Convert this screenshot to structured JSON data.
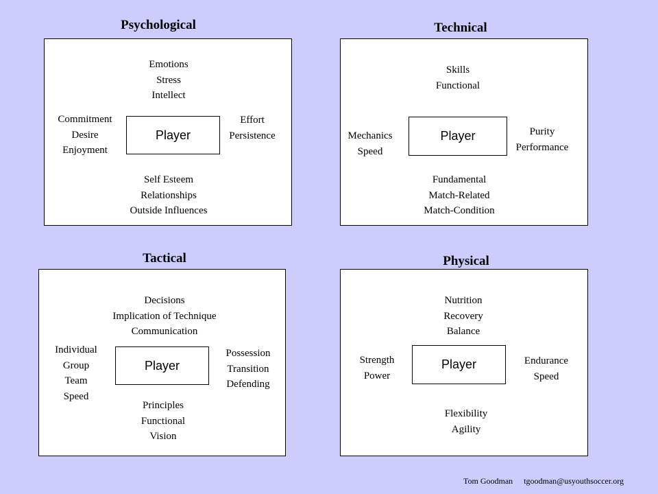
{
  "psychological": {
    "title": "Psychological",
    "top": [
      "Emotions",
      "Stress",
      "Intellect"
    ],
    "left": [
      "Commitment",
      "Desire",
      "Enjoyment"
    ],
    "right": [
      "Effort",
      "Persistence"
    ],
    "bottom": [
      "Self Esteem",
      "Relationships",
      "Outside Influences"
    ],
    "player": "Player"
  },
  "technical": {
    "title": "Technical",
    "top": [
      "Skills",
      "Functional"
    ],
    "left": [
      "Mechanics",
      "Speed"
    ],
    "right": [
      "Purity",
      "Performance"
    ],
    "bottom": [
      "Fundamental",
      "Match-Related",
      "Match-Condition"
    ],
    "player": "Player"
  },
  "tactical": {
    "title": "Tactical",
    "top": [
      "Decisions",
      "Implication of Technique",
      "Communication"
    ],
    "left": [
      "Individual",
      "Group",
      "Team",
      "Speed"
    ],
    "right": [
      "Possession",
      "Transition",
      "Defending"
    ],
    "bottom": [
      "Principles",
      "Functional",
      "Vision"
    ],
    "player": "Player"
  },
  "physical": {
    "title": "Physical",
    "top": [
      "Nutrition",
      "Recovery",
      "Balance"
    ],
    "left": [
      "Strength",
      "Power"
    ],
    "right": [
      "Endurance",
      "Speed"
    ],
    "bottom": [
      "Flexibility",
      "Agility"
    ],
    "player": "Player"
  },
  "footer": {
    "author": "Tom Goodman",
    "email": "tgoodman@usyouthsoccer.org"
  }
}
